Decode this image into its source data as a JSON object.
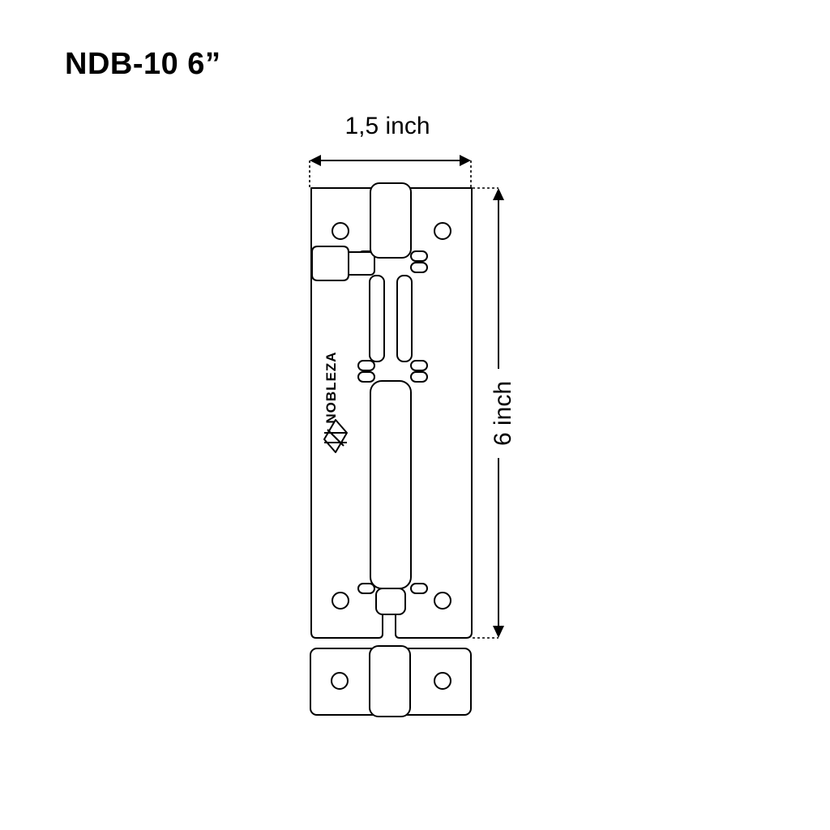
{
  "product": {
    "model_title": "NDB-10 6”"
  },
  "dimensions": {
    "width_label": "1,5 inch",
    "height_label": "6 inch"
  },
  "brand": {
    "logo_text": "NOBLEZA",
    "logo_icon": "nobleza-logo-icon"
  },
  "colors": {
    "line": "#000000",
    "background": "#ffffff"
  }
}
